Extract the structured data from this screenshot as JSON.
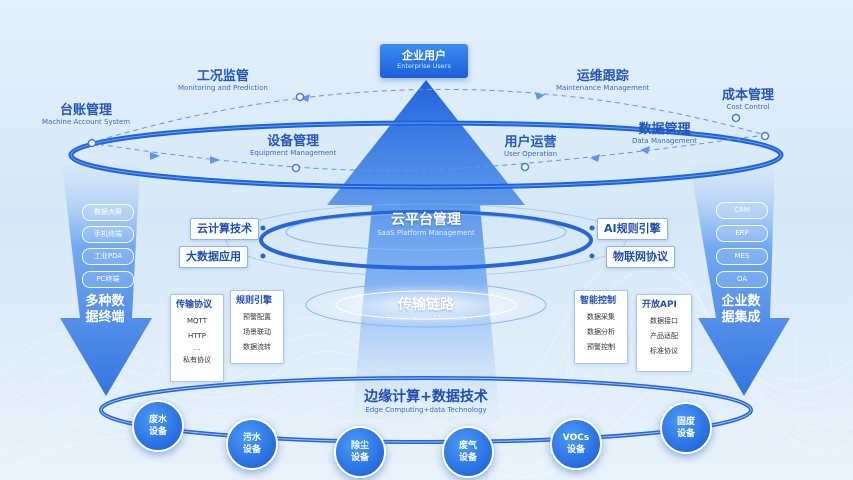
{
  "top": {
    "cn": "企业用户",
    "en": "Enterprise Users"
  },
  "orbit_labels": [
    {
      "id": "monitoring",
      "cn": "工况监管",
      "en": "Monitoring and Prediction"
    },
    {
      "id": "maintenance",
      "cn": "运维跟踪",
      "en": "Maintenance Management"
    },
    {
      "id": "cost",
      "cn": "成本管理",
      "en": "Cost Control"
    },
    {
      "id": "account",
      "cn": "台账管理",
      "en": "Machine Account System"
    },
    {
      "id": "equipment",
      "cn": "设备管理",
      "en": "Equipment Management"
    },
    {
      "id": "user-op",
      "cn": "用户运营",
      "en": "User Operation"
    },
    {
      "id": "data-mgmt",
      "cn": "数据管理",
      "en": "Data Management"
    }
  ],
  "platform": {
    "cn": "云平台管理",
    "en": "SaaS Platform Management"
  },
  "transmission": {
    "cn": "传输链路",
    "en": "Transmission Channels"
  },
  "edge": {
    "cn": "边缘计算+数据技术",
    "en": "Edge Computing+data Technology"
  },
  "side_tags": {
    "cloud": "云计算技术",
    "bigdata": "大数据应用",
    "ai": "AI规则引擎",
    "iot": "物联网协议"
  },
  "left_pills": [
    "数据大屏",
    "手机终端",
    "工业PDA",
    "PC终端"
  ],
  "left_title": "多种数据终端",
  "right_pills": [
    "CRM",
    "ERP",
    "MES",
    "OA"
  ],
  "right_title": "企业数据集成",
  "cards": {
    "protocol": {
      "title": "传输协议",
      "items": [
        "MQTT",
        "HTTP",
        "...",
        "私有协议"
      ]
    },
    "rules": {
      "title": "规则引擎",
      "items": [
        "预警配置",
        "场景联动",
        "数据流转"
      ]
    },
    "control": {
      "title": "智能控制",
      "items": [
        "数据采集",
        "数据分析",
        "预警控制"
      ]
    },
    "api": {
      "title": "开放API",
      "items": [
        "数据接口",
        "产品适配",
        "标准协议"
      ]
    }
  },
  "devices": [
    "废水设备",
    "污水设备",
    "除尘设备",
    "废气设备",
    "VOCs设备",
    "固废设备"
  ],
  "colors": {
    "primary": "#1b5fd8",
    "accent": "#3b8ef5",
    "text": "#2457b8"
  }
}
